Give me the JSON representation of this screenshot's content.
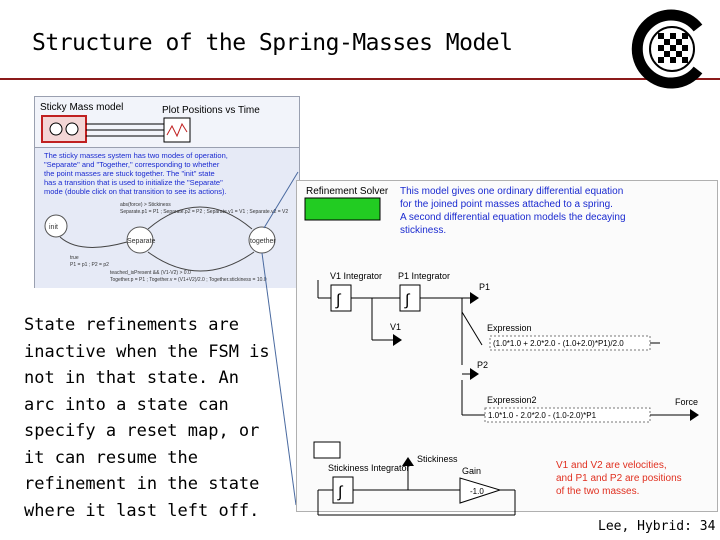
{
  "slide": {
    "title": "Structure of the Spring-Masses Model",
    "body": "State refinements are inactive when the FSM is not in that state. An arc into a state can specify a reset map, or it can resume the refinement in the state where it last left off.",
    "footer": "Lee, Hybrid: 34"
  },
  "top_model": {
    "sticky_label": "Sticky Mass model",
    "plot_label": "Plot Positions vs Time",
    "description": [
      "The sticky masses system has two modes of operation,",
      "\"Separate\" and \"Together,\" corresponding to whether",
      "the point masses are stuck together. The \"init\" state",
      "has a transition that is used to initialize the \"Separate\"",
      "mode (double click on that transition to see its actions)."
    ],
    "fsm": {
      "init": "init",
      "separate": "Separate",
      "together": "together",
      "top_arc": "abs(force) > Stickiness",
      "top_actions": "Separate.p1 = P1 ; Separate.p2 = P2 ; Separate.v1 = V1 ; Separate.v2 = V2",
      "init_arc": "true",
      "init_actions": "P1 = p1 ; P2 = p2",
      "bottom_arc": "teached_isPresent && (V1-V2) > 0.0",
      "bottom_actions": "Together.p = P1 ; Together.v = (V1+V2)/2.0 ; Together.stickiness = 10.0"
    }
  },
  "refinement": {
    "solver_label": "Refinement Solver",
    "solver_color": "#22cc22",
    "description": [
      "This model gives one ordinary differential equation",
      "for the joined point masses attached to a spring.",
      "A second differential equation models the decaying",
      "stickiness."
    ],
    "v1_integrator": "V1 Integrator",
    "p1_integrator": "P1 Integrator",
    "p1": "P1",
    "v1": "V1",
    "p2": "P2",
    "expression_label": "Expression",
    "expression": "(1.0*1.0 + 2.0*2.0 - (1.0+2.0)*P1)/2.0",
    "expression2_label": "Expression2",
    "expression2": "1.0*1.0 - 2.0*2.0 - (1.0-2.0)*P1",
    "force": "Force",
    "stickiness": "Stickiness",
    "stickiness_integrator": "Stickiness Integrator",
    "gain": "Gain",
    "gain_value": "-1.0",
    "integral_symbol": "∫",
    "note": [
      "V1 and V2 are velocities,",
      "and P1 and P2 are positions",
      "of the two masses."
    ],
    "note_color": "#e03020",
    "description_color": "#1a2ad0"
  }
}
